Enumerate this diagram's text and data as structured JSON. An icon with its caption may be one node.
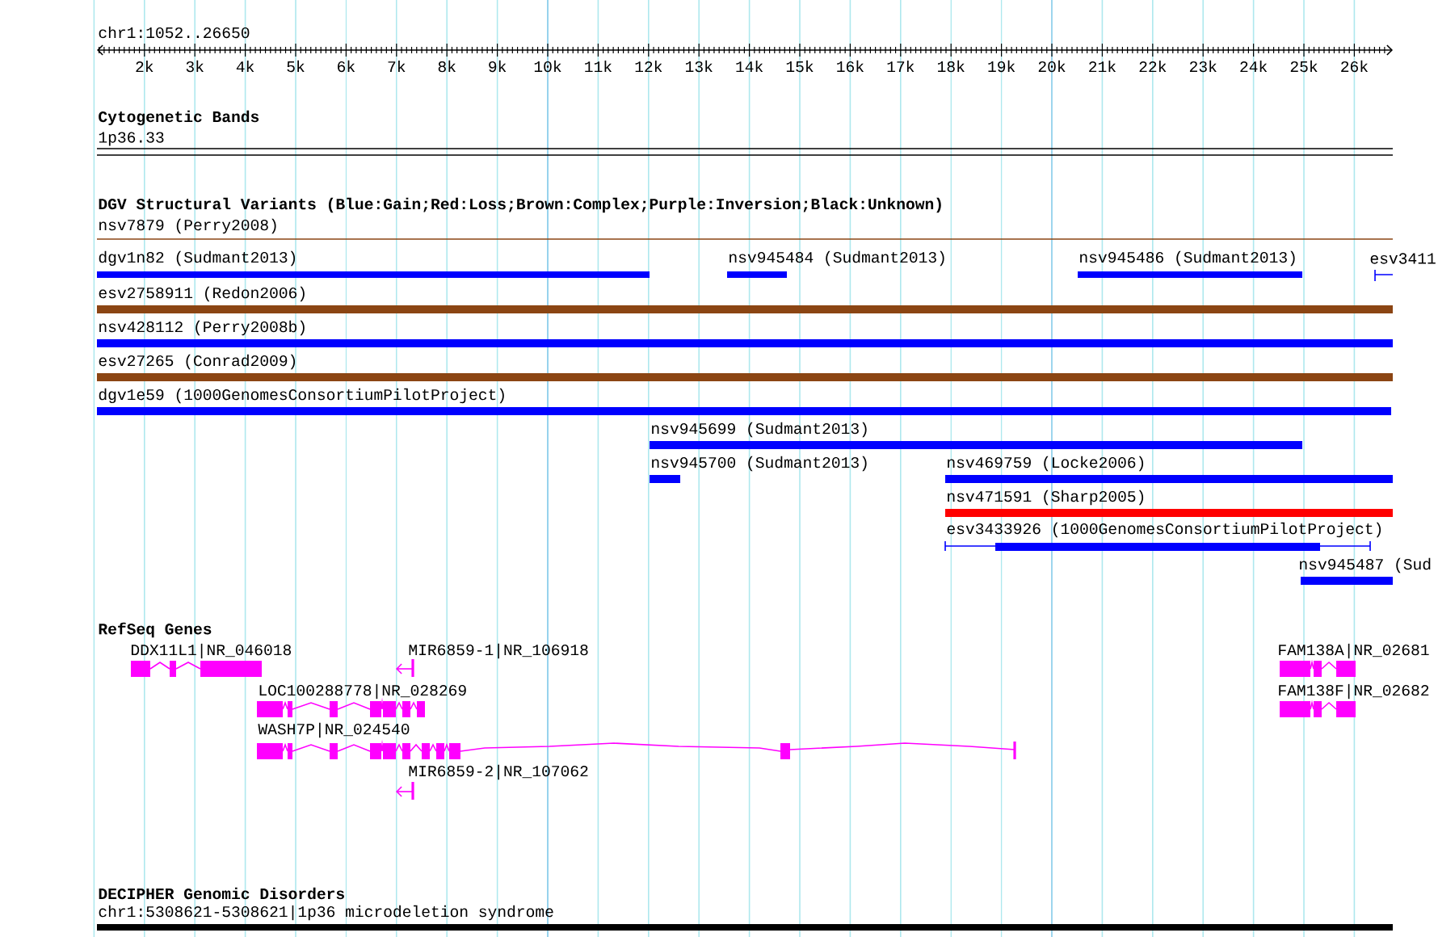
{
  "diagram": {
    "labels": [
      "chr1:1052..26650",
      "2k",
      "3k",
      "4k",
      "5k",
      "6k",
      "7k",
      "8k",
      "9k",
      "10k",
      "11k",
      "12k",
      "13k",
      "14k",
      "15k",
      "16k",
      "17k",
      "18k",
      "19k",
      "20k",
      "21k",
      "22k",
      "23k",
      "24k",
      "25k",
      "26k",
      "Cytogenetic Bands",
      "1p36.33",
      "DGV Structural Variants (Blue:Gain;Red:Loss;Brown:Complex;Purple:Inversion;Black:Unknown)",
      "nsv7879 (Perry2008)",
      "dgv1n82 (Sudmant2013)",
      "nsv945484 (Sudmant2013)",
      "nsv945486 (Sudmant2013)",
      "esv3411",
      "esv2758911 (Redon2006)",
      "nsv428112 (Perry2008b)",
      "esv27265 (Conrad2009)",
      "dgv1e59 (1000GenomesConsortiumPilotProject)",
      "nsv945699 (Sudmant2013)",
      "nsv945700 (Sudmant2013)",
      "nsv469759 (Locke2006)",
      "nsv471591 (Sharp2005)",
      "esv3433926 (1000GenomesConsortiumPilotProject)",
      "nsv945487 (Sud",
      "RefSeq Genes",
      "DDX11L1|NR_046018",
      "MIR6859-1|NR_106918",
      "FAM138A|NR_02681",
      "LOC100288778|NR_028269",
      "FAM138F|NR_02682",
      "WASH7P|NR_024540",
      "MIR6859-2|NR_107062",
      "DECIPHER Genomic Disorders",
      "chr1:5308621-5308621|1p36 microdeletion syndrome"
    ]
  }
}
